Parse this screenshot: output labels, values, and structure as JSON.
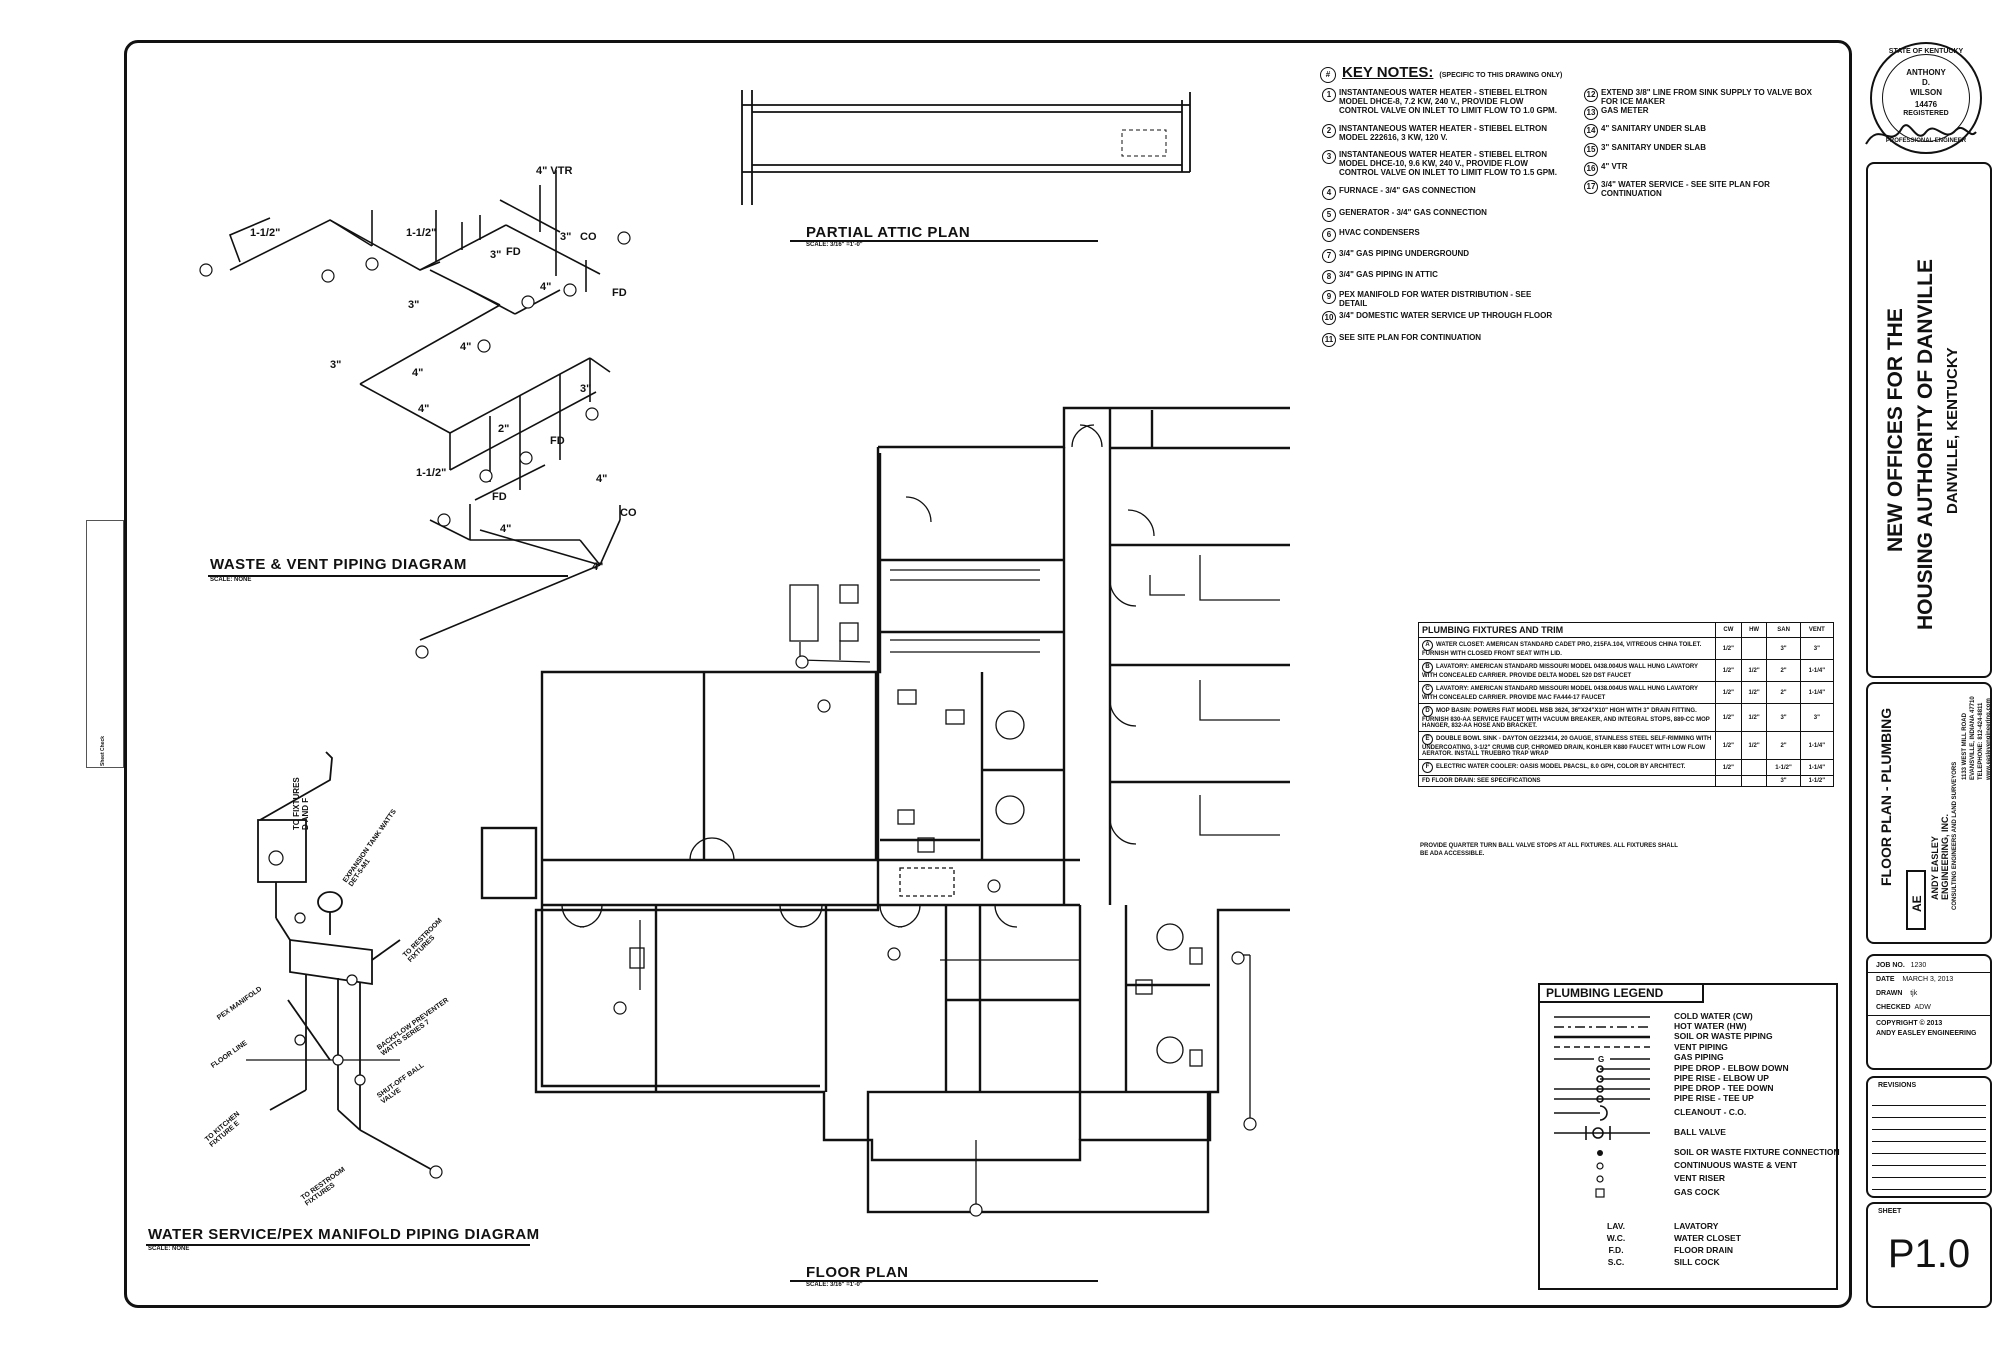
{
  "sheet": {
    "waste_vent_title": "WASTE & VENT PIPING DIAGRAM",
    "waste_vent_scale": "SCALE: NONE",
    "attic_title": "PARTIAL ATTIC PLAN",
    "attic_scale": "SCALE: 3/16\" =1'-0\"",
    "floor_title": "FLOOR PLAN",
    "floor_scale": "SCALE: 3/16\" =1'-0\"",
    "water_title": "WATER SERVICE/PEX MANIFOLD PIPING DIAGRAM",
    "water_scale": "SCALE: NONE"
  },
  "key_notes": {
    "heading": "KEY NOTES:",
    "subheading": "(SPECIFIC TO THIS DRAWING ONLY)",
    "left": [
      {
        "n": "1",
        "text": "INSTANTANEOUS WATER HEATER - STIEBEL ELTRON MODEL DHCE-8, 7.2 KW, 240 V., PROVIDE FLOW CONTROL VALVE ON INLET TO LIMIT FLOW TO 1.0 GPM."
      },
      {
        "n": "2",
        "text": "INSTANTANEOUS WATER HEATER - STIEBEL ELTRON MODEL 222616, 3 KW, 120 V."
      },
      {
        "n": "3",
        "text": "INSTANTANEOUS WATER HEATER - STIEBEL ELTRON MODEL DHCE-10, 9.6 KW, 240 V., PROVIDE FLOW CONTROL VALVE ON INLET TO LIMIT FLOW TO 1.5 GPM."
      },
      {
        "n": "4",
        "text": "FURNACE - 3/4\" GAS CONNECTION"
      },
      {
        "n": "5",
        "text": "GENERATOR - 3/4\" GAS CONNECTION"
      },
      {
        "n": "6",
        "text": "HVAC CONDENSERS"
      },
      {
        "n": "7",
        "text": "3/4\" GAS PIPING UNDERGROUND"
      },
      {
        "n": "8",
        "text": "3/4\" GAS PIPING IN ATTIC"
      },
      {
        "n": "9",
        "text": "PEX MANIFOLD FOR WATER DISTRIBUTION - SEE DETAIL"
      },
      {
        "n": "10",
        "text": "3/4\" DOMESTIC WATER SERVICE UP THROUGH FLOOR"
      },
      {
        "n": "11",
        "text": "SEE SITE PLAN FOR CONTINUATION"
      }
    ],
    "right": [
      {
        "n": "12",
        "text": "EXTEND 3/8\" LINE FROM SINK SUPPLY TO VALVE BOX FOR ICE MAKER"
      },
      {
        "n": "13",
        "text": "GAS METER"
      },
      {
        "n": "14",
        "text": "4\" SANITARY UNDER SLAB"
      },
      {
        "n": "15",
        "text": "3\" SANITARY UNDER SLAB"
      },
      {
        "n": "16",
        "text": "4\" VTR"
      },
      {
        "n": "17",
        "text": "3/4\" WATER SERVICE - SEE SITE PLAN FOR CONTINUATION"
      }
    ]
  },
  "fixtures_table": {
    "title": "PLUMBING FIXTURES AND TRIM",
    "headers": [
      "CW",
      "HW",
      "SAN",
      "VENT"
    ],
    "rows": [
      {
        "tag": "A",
        "desc": "WATER CLOSET: AMERICAN STANDARD CADET PRO, 215FA.104, VITREOUS CHINA TOILET. FURNISH WITH CLOSED FRONT SEAT WITH LID.",
        "cw": "1/2\"",
        "hw": "",
        "san": "3\"",
        "vent": "3\""
      },
      {
        "tag": "B",
        "desc": "LAVATORY: AMERICAN STANDARD MISSOURI MODEL 0438.004US WALL HUNG LAVATORY WITH CONCEALED CARRIER. PROVIDE DELTA MODEL 520 DST FAUCET",
        "cw": "1/2\"",
        "hw": "1/2\"",
        "san": "2\"",
        "vent": "1-1/4\""
      },
      {
        "tag": "C",
        "desc": "LAVATORY: AMERICAN STANDARD MISSOURI MODEL 0438.004US WALL HUNG LAVATORY WITH CONCEALED CARRIER. PROVIDE MAC FA444-17 FAUCET",
        "cw": "1/2\"",
        "hw": "1/2\"",
        "san": "2\"",
        "vent": "1-1/4\""
      },
      {
        "tag": "D",
        "desc": "MOP BASIN: POWERS FIAT MODEL MSB 3624, 36\"X24\"X10\" HIGH WITH 3\" DRAIN FITTING. FURNISH 830-AA SERVICE FAUCET WITH VACUUM BREAKER, AND INTEGRAL STOPS, 889-CC MOP HANGER, 832-AA HOSE AND BRACKET.",
        "cw": "1/2\"",
        "hw": "1/2\"",
        "san": "3\"",
        "vent": "3\""
      },
      {
        "tag": "E",
        "desc": "DOUBLE BOWL SINK - DAYTON GE223414, 20 GAUGE, STAINLESS STEEL SELF-RIMMING WITH UNDERCOATING, 3-1/2\" CRUMB CUP, CHROMED DRAIN, KOHLER K880 FAUCET WITH LOW FLOW AERATOR. INSTALL TRUEBRO TRAP WRAP",
        "cw": "1/2\"",
        "hw": "1/2\"",
        "san": "2\"",
        "vent": "1-1/4\""
      },
      {
        "tag": "F",
        "desc": "ELECTRIC WATER COOLER: OASIS MODEL P8ACSL, 8.0 GPH, COLOR BY ARCHITECT.",
        "cw": "1/2\"",
        "hw": "",
        "san": "1-1/2\"",
        "vent": "1-1/4\""
      },
      {
        "tag": "",
        "desc": "FD  FLOOR DRAIN: SEE SPECIFICATIONS",
        "cw": "",
        "hw": "",
        "san": "3\"",
        "vent": "1-1/2\""
      }
    ],
    "note": "PROVIDE QUARTER TURN BALL VALVE STOPS AT ALL FIXTURES. ALL FIXTURES SHALL BE ADA ACCESSIBLE."
  },
  "legend": {
    "title": "PLUMBING LEGEND",
    "items": [
      "COLD WATER (CW)",
      "HOT WATER (HW)",
      "SOIL OR WASTE PIPING",
      "VENT PIPING",
      "GAS PIPING",
      "PIPE DROP - ELBOW DOWN",
      "PIPE RISE - ELBOW UP",
      "PIPE DROP - TEE DOWN",
      "PIPE RISE - TEE UP",
      "CLEANOUT - C.O.",
      "BALL VALVE",
      "SOIL OR WASTE FIXTURE CONNECTION",
      "CONTINUOUS WASTE & VENT",
      "VENT RISER",
      "GAS COCK",
      "LAVATORY",
      "WATER CLOSET",
      "FLOOR DRAIN",
      "SILL COCK"
    ],
    "abbreviations": [
      "LAV.",
      "W.C.",
      "F.D.",
      "S.C."
    ],
    "gas_mark": "G"
  },
  "title_block": {
    "seal": [
      "STATE OF KENTUCKY",
      "ANTHONY",
      "D.",
      "WILSON",
      "14476",
      "REGISTERED",
      "PROFESSIONAL ENGINEER"
    ],
    "project_line1": "NEW OFFICES FOR THE",
    "project_line2": "HOUSING AUTHORITY OF DANVILLE",
    "project_line3": "DANVILLE, KENTUCKY",
    "sheet_title": "FLOOR PLAN - PLUMBING",
    "firm_logo": "AE",
    "firm_name": "ANDY EASLEY ENGINEERING, INC.",
    "firm_tagline": "CONSULTING ENGINEERS AND LAND SURVEYORS",
    "firm_address": "1133 WEST MILL ROAD",
    "firm_city": "EVANSVILLE, INDIANA 47710",
    "firm_phone": "TELEPHONE: 812-424-8811",
    "firm_web": "www.easleyengineering.com",
    "job_no_label": "JOB NO.",
    "job_no": "1230",
    "date_label": "DATE",
    "date": "MARCH 3, 2013",
    "drawn_label": "DRAWN",
    "drawn": "tjk",
    "checked_label": "CHECKED",
    "checked": "ADW",
    "copyright": "COPYRIGHT © 2013",
    "copyright_holder": "ANDY EASLEY ENGINEERING",
    "revisions_label": "REVISIONS",
    "sheet_label": "SHEET",
    "sheet_no": "P1.0"
  },
  "diagram_labels": {
    "vtr": "4\" VTR",
    "co": "CO",
    "fd": "FD",
    "p112": "1-1/2\"",
    "p3": "3\"",
    "p4": "4\"",
    "p2": "2\"",
    "to_fixtures_df": "TO FIXTURES D AND F",
    "expansion_tank": "EXPANSION TANK WATTS DET-5-M1",
    "to_restroom_1": "TO RESTROOM FIXTURES",
    "pex_manifold": "PEX MANIFOLD",
    "floor_line": "FLOOR LINE",
    "backflow": "BACKFLOW PREVENTER WATTS SERIES 7",
    "shutoff": "SHUT-OFF BALL VALVE",
    "to_kitchen": "TO KITCHEN FIXTURE E",
    "to_restroom_2": "TO RESTROOM FIXTURES"
  },
  "margin_note": "Sheet Check"
}
